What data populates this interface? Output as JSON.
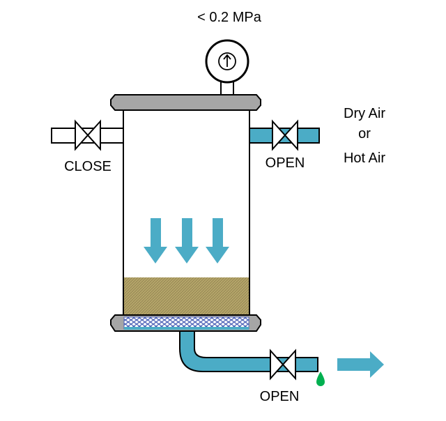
{
  "labels": {
    "pressure": "< 0.2 MPa",
    "left_valve": "CLOSE",
    "right_valve": "OPEN",
    "outlet_valve": "OPEN",
    "air_line1": "Dry Air",
    "air_line2": "or",
    "air_line3": "Hot Air"
  },
  "icons": {
    "gauge": "pressure-gauge-icon",
    "valve": "bowtie-valve-icon",
    "flow": "down-arrow-icon",
    "outlet": "right-arrow-icon",
    "drop": "water-drop-icon"
  },
  "colors": {
    "pipe": "#4bacc6",
    "flange": "#a6a6a6",
    "media": "#b7a86a",
    "mesh": "#4f63b8",
    "drop": "#00b050",
    "outline": "#000000"
  }
}
